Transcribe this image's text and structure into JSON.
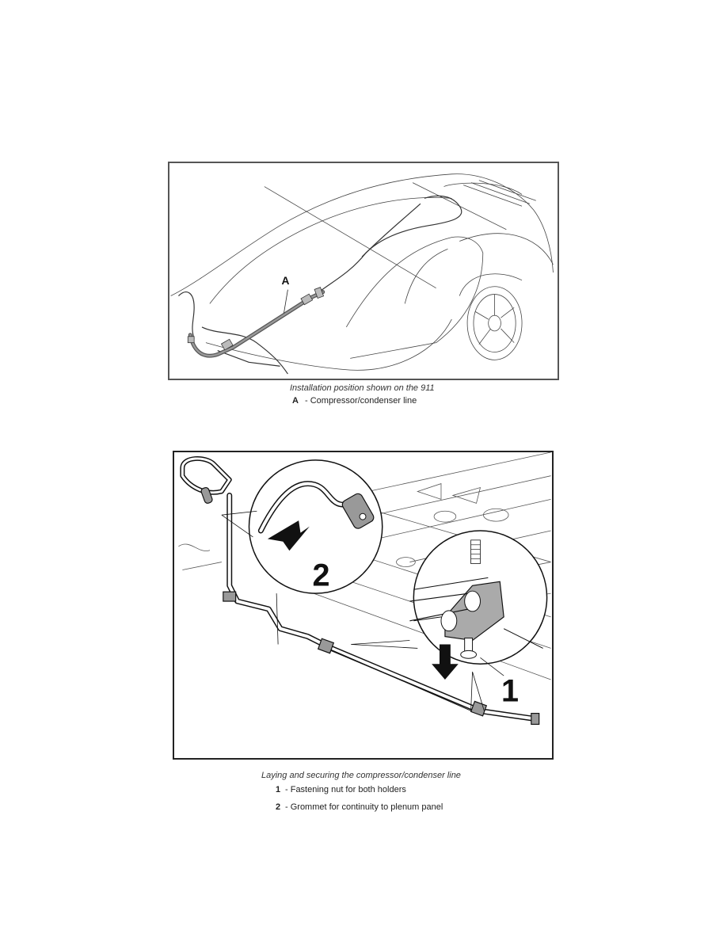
{
  "figures": [
    {
      "caption": "Installation position shown on the 911",
      "callout_labels": [
        "A"
      ],
      "legend": [
        {
          "key": "A",
          "text": "- Compressor/condenser line"
        }
      ]
    },
    {
      "caption": "Laying and securing the compressor/condenser line",
      "callout_labels": [
        "1",
        "2"
      ],
      "legend": [
        {
          "key": "1",
          "text": "- Fastening nut for both holders"
        },
        {
          "key": "2",
          "text": "- Grommet for continuity to plenum panel"
        }
      ]
    }
  ]
}
